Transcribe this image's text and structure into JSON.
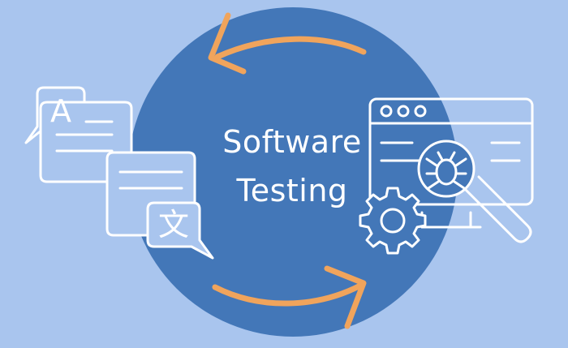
{
  "title": {
    "line1": "Software",
    "line2": "Testing"
  },
  "translation_card": {
    "letter_latin": "A",
    "letter_cjk": "文"
  },
  "colors": {
    "background": "#a9c5ee",
    "circle": "#4377b8",
    "arrows": "#f0a45c",
    "icons": "#ffffff"
  },
  "icons": [
    "speech-bubbles-translate-icon",
    "browser-window-icon",
    "bug-magnifier-icon",
    "gear-icon",
    "cycle-arrow-icon"
  ]
}
